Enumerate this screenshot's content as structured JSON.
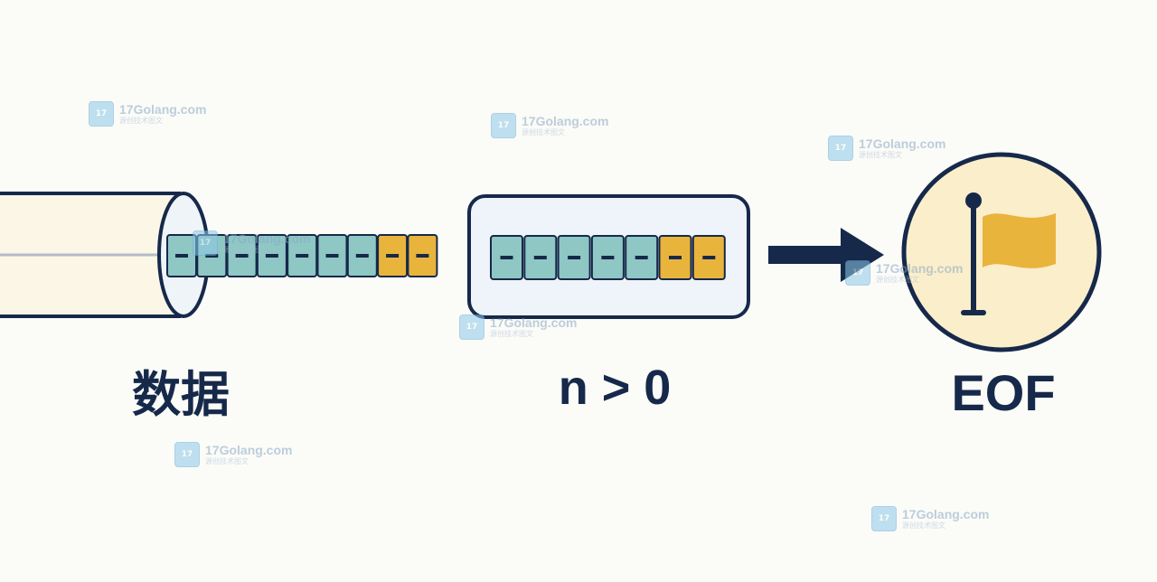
{
  "labels": {
    "left": "数据",
    "middle": "n > 0",
    "right": "EOF"
  },
  "pipe_cells": [
    "teal",
    "teal",
    "teal",
    "teal",
    "teal",
    "teal",
    "teal",
    "yellow",
    "yellow"
  ],
  "buffer_cells": [
    "teal",
    "teal",
    "teal",
    "teal",
    "teal",
    "yellow",
    "yellow"
  ],
  "colors": {
    "navy": "#16294a",
    "teal": "#8ec7c4",
    "yellow": "#e9b43c",
    "pipe_fill": "#fbf6e6",
    "buffer_fill": "#eef4fa",
    "circle_fill": "#fbeecb",
    "flag": "#e9b43c"
  },
  "icons": {
    "arrow": "right-arrow-icon",
    "flag": "flag-icon"
  },
  "watermark": {
    "name": "17Golang.com",
    "sub": "源创技术图文",
    "logo_text": "17"
  }
}
